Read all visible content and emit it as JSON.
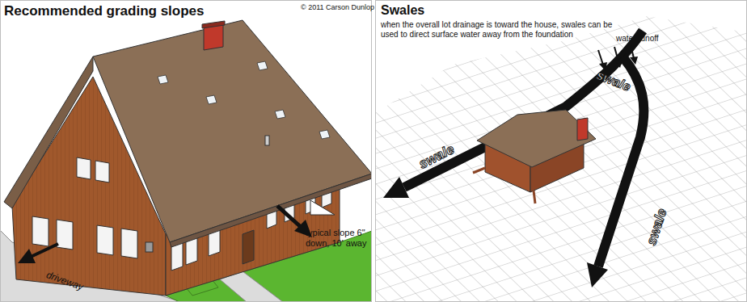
{
  "diagram": {
    "nodes": [
      {
        "text": [
          "Recommended grading slopes"
        ]
      },
      {
        "text": [
          "Swales",
          "when the overall lot drainage is toward the house, swales can be used to direct surface water away from the foundation"
        ]
      }
    ],
    "labels": [
      "© 2011 Carson Dunlop",
      "driveway",
      "typical slope 6\" down, 10' away",
      "water runoff",
      "swale",
      "swale",
      "swale"
    ]
  }
}
